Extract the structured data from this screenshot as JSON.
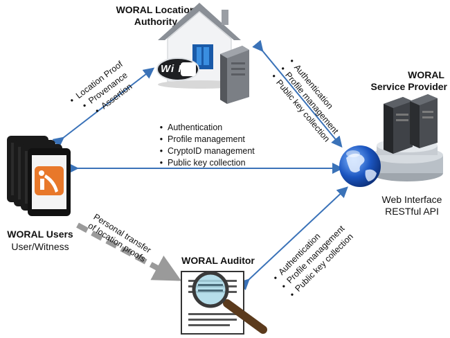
{
  "location_authority": {
    "title_line1": "WORAL Location",
    "title_line2": "Authority",
    "wifi_badge": "Wi Fi"
  },
  "service_provider": {
    "title_line1": "WORAL",
    "title_line2": "Service Provider",
    "sub_line1": "Web Interface",
    "sub_line2": "RESTful API"
  },
  "users": {
    "title": "WORAL Users",
    "subtitle": "User/Witness"
  },
  "auditor": {
    "title": "WORAL Auditor"
  },
  "links": {
    "users_authority": [
      "Location Proof",
      "Provenance",
      "Assertion"
    ],
    "authority_provider": [
      "Authentication",
      "Profile management",
      "Public key collection"
    ],
    "users_provider": [
      "Authentication",
      "Profile management",
      "CryptoID management",
      "Public key collection"
    ],
    "auditor_provider": [
      "Authentication",
      "Profile management",
      "Public key collection"
    ],
    "users_auditor_line1": "Personal transfer",
    "users_auditor_line2": "of location proofs"
  },
  "colors": {
    "arrow_blue": "#3a72b8",
    "dashed_arrow": "#9a9a9a",
    "app_orange": "#e8782a",
    "globe_blue": "#1b55c0"
  }
}
